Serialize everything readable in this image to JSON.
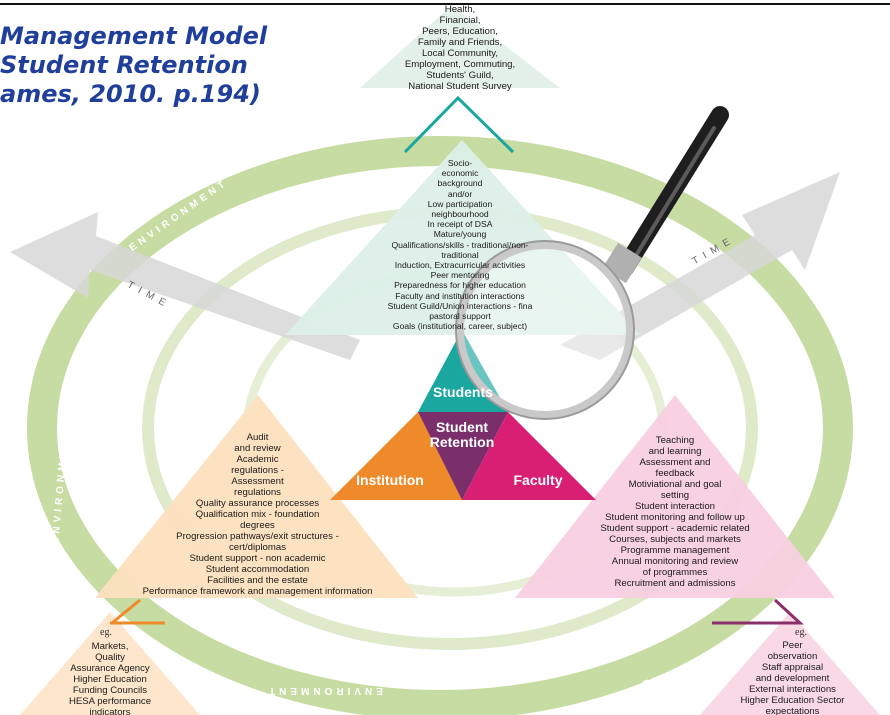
{
  "title": {
    "line1": "Management Model",
    "line2": "Student Retention",
    "line3": "ames, 2010. p.194)"
  },
  "labels": {
    "environment": "ENVIRONMENT",
    "time": "TIME",
    "eg": "eg."
  },
  "core": {
    "students": "Students",
    "retention_line1": "Student",
    "retention_line2": "Retention",
    "institution": "Institution",
    "faculty": "Faculty"
  },
  "top_external": [
    "Health,",
    "Financial,",
    "Peers, Education,",
    "Family and Friends,",
    "Local Community,",
    "Employment, Commuting,",
    "Students' Guild,",
    "National Student Survey"
  ],
  "students_factors": [
    "Socio-",
    "economic",
    "background",
    "and/or",
    "Low participation",
    "neighbourhood",
    "In receipt of DSA",
    "Mature/young",
    "Qualifications/skills - traditional/non-",
    "traditional",
    "Induction, Extracurricular activities",
    "Peer mentoring",
    "Preparedness for higher education",
    "Faculty and institution interactions",
    "Student Guild/Union interactions - fina",
    "pastoral support",
    "Goals (institutional, career, subject)"
  ],
  "institution_factors": [
    "Audit",
    "and review",
    "Academic",
    "regulations -",
    "Assessment",
    "regulations",
    "Quality assurance processes",
    "Qualification mix - foundation",
    "degrees",
    "Progression pathways/exit structures -",
    "cert/diplomas",
    "Student support - non academic",
    "Student accommodation",
    "Facilities and the estate",
    "Performance framework and management information"
  ],
  "faculty_factors": [
    "Teaching",
    "and learning",
    "Assessment and",
    "feedback",
    "Motiviational and goal",
    "setting",
    "Student interaction",
    "Student monitoring and follow up",
    "Student support - academic related",
    "Courses, subjects and markets",
    "Programme management",
    "Annual monitoring and review",
    "of programmes",
    "Recruitment and admissions"
  ],
  "institution_external": [
    "Markets,",
    "Quality",
    "Assurance Agency",
    "Higher Education",
    "Funding Councils",
    "HESA performance",
    "indicators"
  ],
  "faculty_external": [
    "Peer",
    "observation",
    "Staff appraisal",
    "and development",
    "External interactions",
    "Higher Education Sector",
    "expectations"
  ],
  "colors": {
    "title": "#1f3f9a",
    "ring": "#b9d48a",
    "students": "#1aa7a0",
    "retention": "#7a2f6b",
    "institution": "#ef8a2b",
    "faculty": "#d81f74",
    "students_area": "#dcefe8",
    "institution_area": "#fde0bf",
    "faculty_area": "#f8cfe0"
  }
}
